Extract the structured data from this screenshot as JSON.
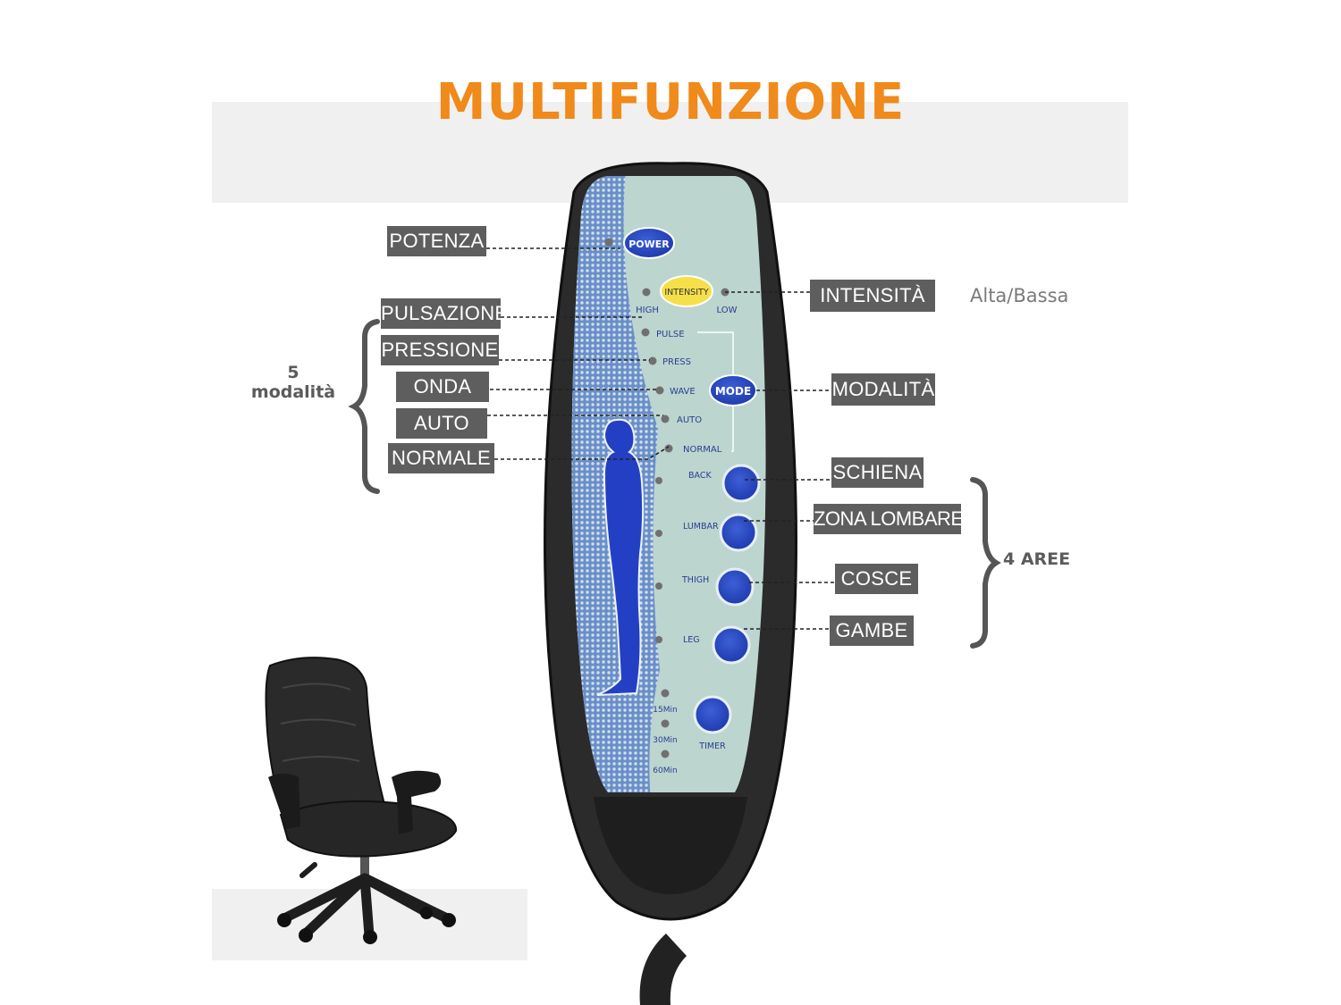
{
  "title": "MULTIFUNZIONE",
  "colors": {
    "accent": "#ef8a1b",
    "tag_bg": "#5e5e5e",
    "panel": "#b9d3ce",
    "button_blue": "#1f3fb8",
    "intensity_yellow": "#f5e04a"
  },
  "labels": {
    "potenza": "POTENZA",
    "intensita": "INTENSITÀ",
    "alta_bassa": "Alta/Bassa",
    "pulsazione": "PULSAZIONE",
    "pressione": "PRESSIONE",
    "onda": "ONDA",
    "auto": "AUTO",
    "normale": "NORMALE",
    "modalita": "MODALITÀ",
    "schiena": "SCHIENA",
    "zona_lombare": "ZONA LOMBARE",
    "cosce": "COSCE",
    "gambe": "GAMBE"
  },
  "groups": {
    "modes_count": "5",
    "modes_word": "modalità",
    "areas": "4 AREE"
  },
  "remote": {
    "power": "POWER",
    "intensity": "INTENSITY",
    "high": "HIGH",
    "low": "LOW",
    "mode": "MODE",
    "modes": [
      "PULSE",
      "PRESS",
      "WAVE",
      "AUTO",
      "NORMAL"
    ],
    "areas": [
      "BACK",
      "LUMBAR",
      "THIGH",
      "LEG"
    ],
    "timer": "TIMER",
    "timer_options": [
      "15Min",
      "30Min",
      "60Min"
    ]
  },
  "icons": {
    "chair": "office-chair-icon",
    "body": "human-body-icon"
  }
}
